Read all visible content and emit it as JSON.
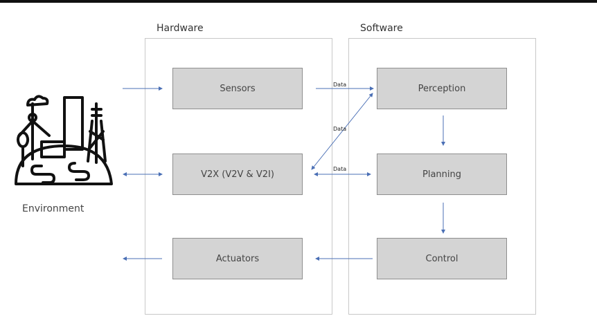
{
  "groups": {
    "hardware": "Hardware",
    "software": "Software"
  },
  "nodes": {
    "sensors": "Sensors",
    "v2x": "V2X (V2V & V2I)",
    "actuators": "Actuators",
    "perception": "Perception",
    "planning": "Planning",
    "control": "Control"
  },
  "environment": {
    "label": "Environment",
    "icon": "city-environment-icon"
  },
  "edge_labels": {
    "sensors_perception": "Data",
    "planning_v2x_diag": "Data",
    "v2x_planning": "Data"
  },
  "colors": {
    "arrow": "#4a6fb5",
    "node_fill": "#d4d4d4"
  }
}
